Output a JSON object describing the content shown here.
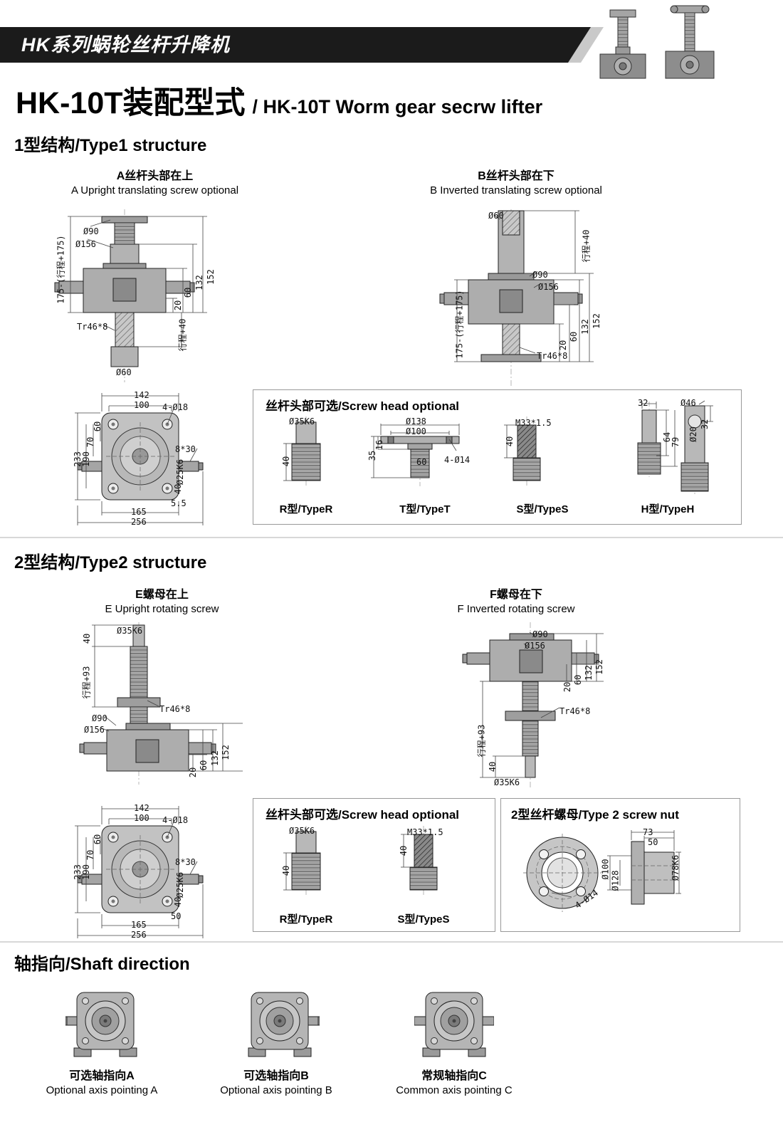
{
  "colors": {
    "banner_bg": "#1b1b1b",
    "banner_shadow": "#c9c9c9",
    "divider": "#d8d8d8",
    "text": "#000000"
  },
  "header": {
    "banner": "HK系列蜗轮丝杆升降机",
    "title_cn": "HK-10T装配型式",
    "title_en": "/ HK-10T Worm gear secrw lifter"
  },
  "type1": {
    "heading": "1型结构/Type1 structure",
    "viewA": {
      "caption_cn": "A丝杆头部在上",
      "caption_en": "A Upright translating screw optional",
      "dims": {
        "d90": "Ø90",
        "d156": "Ø156",
        "total": "175-(行程+175)",
        "h152": "152",
        "h132": "132",
        "h60": "60",
        "h20": "20",
        "thread": "Tr46*8",
        "travel": "行程+40",
        "d60": "Ø60"
      }
    },
    "viewB": {
      "caption_cn": "B丝杆头部在下",
      "caption_en": "B Inverted translating screw optional",
      "dims": {
        "d60": "Ø60",
        "travel": "行程+40",
        "d90": "Ø90",
        "d156": "Ø156",
        "h152": "152",
        "h132": "132",
        "h60": "60",
        "h20": "20",
        "thread": "Tr46*8",
        "total": "175-(行程+175)"
      }
    },
    "flange": {
      "w142": "142",
      "w100": "100",
      "holes": "4-Ø18",
      "h60": "60",
      "h70": "70",
      "h190": "190",
      "h233": "233",
      "key": "8*30",
      "shaft": "Ø25K6",
      "h40": "40",
      "h55": "5.5",
      "w165": "165",
      "w256": "256"
    },
    "screw_box": {
      "title": "丝杆头部可选/Screw head optional",
      "typeR": {
        "dia": "Ø35K6",
        "len": "40",
        "label": "R型/TypeR"
      },
      "typeT": {
        "d138": "Ø138",
        "d100": "Ø100",
        "h35": "35",
        "h16": "16",
        "w60": "60",
        "holes": "4-Ø14",
        "label": "T型/TypeT"
      },
      "typeS": {
        "thread": "M33*1.5",
        "len": "40",
        "label": "S型/TypeS"
      },
      "typeH": {
        "w32": "32",
        "d46": "Ø46",
        "h64": "64",
        "h79": "79",
        "d20": "Ø20",
        "h32": "32",
        "label": "H型/TypeH"
      }
    }
  },
  "type2": {
    "heading": "2型结构/Type2 structure",
    "viewE": {
      "caption_cn": "E螺母在上",
      "caption_en": "E Upright rotating screw",
      "dims": {
        "tip": "Ø35K6",
        "len40": "40",
        "travel": "行程+93",
        "thread": "Tr46*8",
        "d90": "Ø90",
        "d156": "Ø156",
        "h152": "152",
        "h132": "132",
        "h60": "60",
        "h20": "20"
      }
    },
    "viewF": {
      "caption_cn": "F螺母在下",
      "caption_en": "F Inverted rotating screw",
      "dims": {
        "d90": "Ø90",
        "d156": "Ø156",
        "h152": "152",
        "h132": "132",
        "h60": "60",
        "h20": "20",
        "thread": "Tr46*8",
        "travel": "行程+93",
        "len40": "40",
        "tip": "Ø35K6"
      }
    },
    "flange": {
      "w142": "142",
      "w100": "100",
      "holes": "4-Ø18",
      "h60": "60",
      "h70": "70",
      "h190": "190",
      "h233": "233",
      "key": "8*30",
      "shaft": "Ø25K6",
      "h40": "40",
      "h50": "50",
      "w165": "165",
      "w256": "256"
    },
    "screw_box": {
      "title": "丝杆头部可选/Screw head optional",
      "typeR": {
        "dia": "Ø35K6",
        "len": "40",
        "label": "R型/TypeR"
      },
      "typeS": {
        "thread": "M33*1.5",
        "len": "40",
        "label": "S型/TypeS"
      }
    },
    "nut_box": {
      "title": "2型丝杆螺母/Type 2 screw nut",
      "w73": "73",
      "w50": "50",
      "d100": "Ø100",
      "d128": "Ø128",
      "d78": "Ø78K6",
      "holes": "4-Ø14"
    }
  },
  "shaft_direction": {
    "heading": "轴指向/Shaft direction",
    "optionA": {
      "cn": "可选轴指向A",
      "en": "Optional axis pointing A"
    },
    "optionB": {
      "cn": "可选轴指向B",
      "en": "Optional axis pointing B"
    },
    "optionC": {
      "cn": "常规轴指向C",
      "en": "Common axis pointing C"
    }
  }
}
